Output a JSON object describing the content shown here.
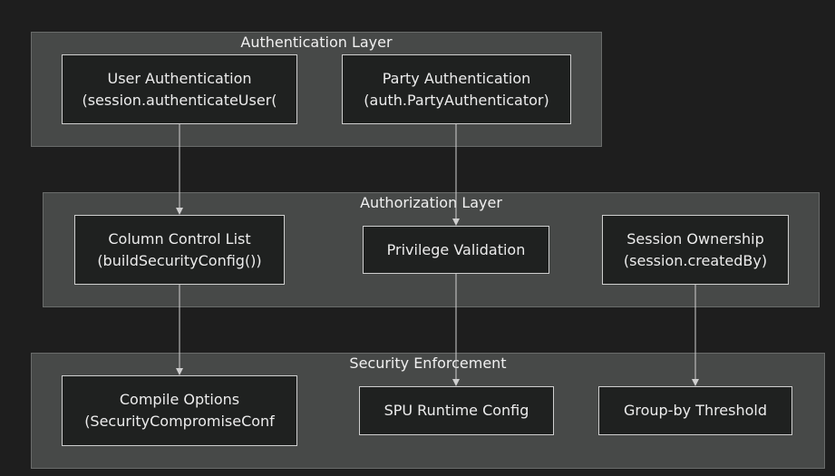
{
  "layers": {
    "authentication": {
      "title": "Authentication Layer"
    },
    "authorization": {
      "title": "Authorization Layer"
    },
    "enforcement": {
      "title": "Security Enforcement"
    }
  },
  "nodes": {
    "user_auth": {
      "line1": "User Authentication",
      "line2": "(session.authenticateUser("
    },
    "party_auth": {
      "line1": "Party Authentication",
      "line2": "(auth.PartyAuthenticator)"
    },
    "column_control": {
      "line1": "Column Control List",
      "line2": "(buildSecurityConfig())"
    },
    "privilege": {
      "line1": "Privilege Validation"
    },
    "session_owner": {
      "line1": "Session Ownership",
      "line2": "(session.createdBy)"
    },
    "compile_options": {
      "line1": "Compile Options",
      "line2": "(SecurityCompromiseConf"
    },
    "spu_runtime": {
      "line1": "SPU Runtime Config"
    },
    "groupby": {
      "line1": "Group-by Threshold"
    }
  },
  "colors": {
    "background": "#1e1e1e",
    "layer_fill": "#474948",
    "node_fill": "#1f2120",
    "node_border": "#cfcfcf",
    "edge": "#d0d0d0"
  }
}
